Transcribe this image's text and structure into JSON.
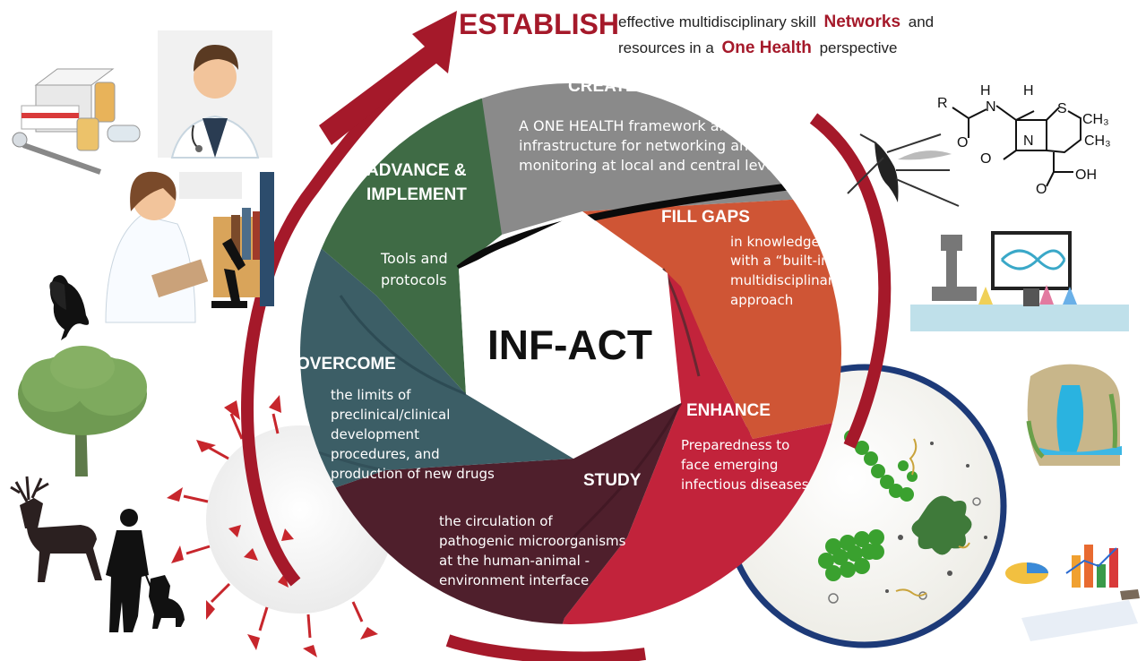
{
  "header": {
    "establish": "ESTABLISH",
    "line1_prefix": "effective multidisciplinary skill",
    "line1_bold": "Networks",
    "line1_suffix": "and",
    "line2_prefix": "resources in a",
    "line2_bold": "One Health",
    "line2_suffix": "perspective"
  },
  "center_label": "INF-ACT",
  "segments": [
    {
      "key": "create",
      "title": "CREATE",
      "lines": [
        "A ONE HEALTH framework and",
        "infrastructure for networking and",
        "monitoring at local and central level"
      ],
      "color": "#8a8a8a"
    },
    {
      "key": "fill_gaps",
      "title": "FILL GAPS",
      "lines": [
        "in knowledge",
        "with a “built-in”",
        "multidisciplinary",
        "approach"
      ],
      "color": "#cf5535"
    },
    {
      "key": "enhance",
      "title": "ENHANCE",
      "lines": [
        "Preparedness to",
        "face  emerging",
        "infectious diseases"
      ],
      "color": "#c2233b"
    },
    {
      "key": "study",
      "title": "STUDY",
      "lines": [
        "the circulation of",
        "pathogenic microorganisms",
        "at the human-animal -",
        "environment interface"
      ],
      "color": "#4f1f2c"
    },
    {
      "key": "overcome",
      "title": "OVERCOME",
      "lines": [
        "the limits of",
        "preclinical/clinical",
        "development",
        "procedures, and",
        "production of new drugs"
      ],
      "color": "#3c5e66"
    },
    {
      "key": "advance",
      "title": "ADVANCE &",
      "title2": "IMPLEMENT",
      "lines": [
        "Tools and",
        "protocols"
      ],
      "color": "#3f6b45"
    }
  ],
  "chemistry": {
    "r": "R",
    "h1": "H",
    "n1": "N",
    "h2": "H",
    "s": "S",
    "ch3a": "CH₃",
    "ch3b": "CH₃",
    "o1": "O",
    "n2": "N",
    "o2": "O",
    "o3": "O",
    "oh": "OH"
  },
  "colors": {
    "arrow": "#a5192a",
    "ring_gap": "#111111",
    "center": "#ffffff"
  }
}
